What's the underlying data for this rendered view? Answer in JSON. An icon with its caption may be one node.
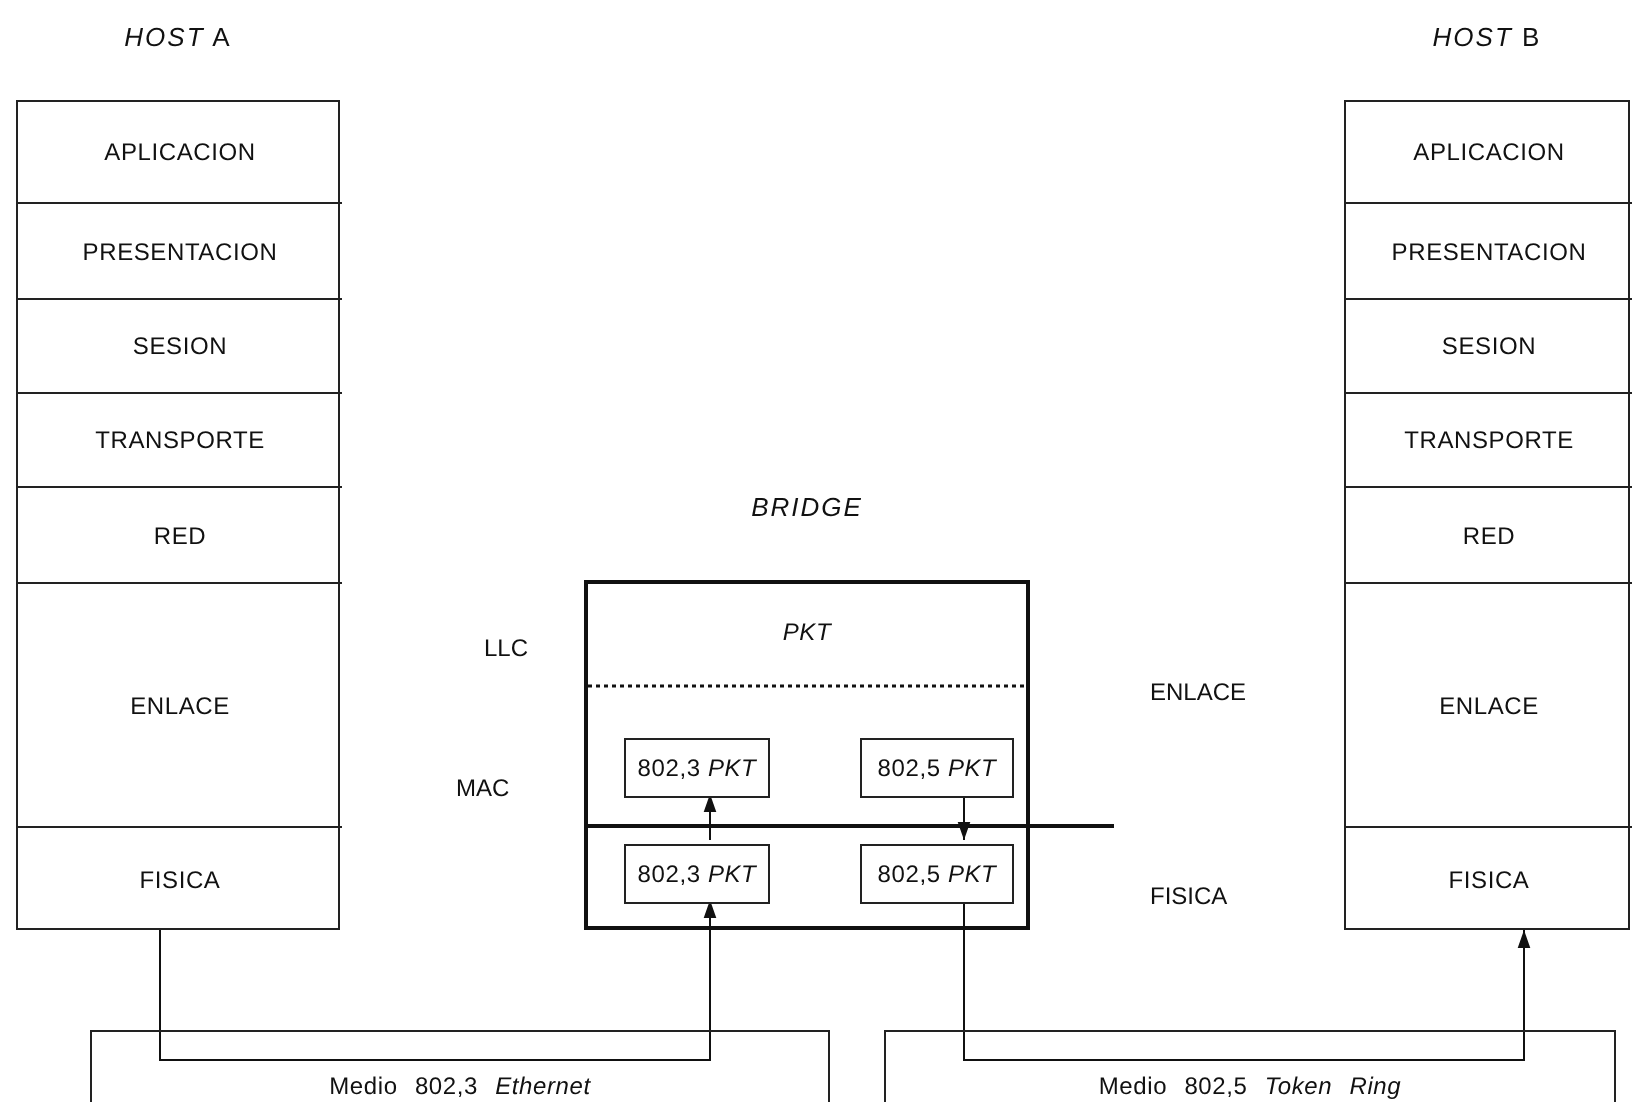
{
  "diagram": {
    "nodes": [
      {
        "text": [
          "*HOST* A"
        ]
      },
      {
        "text": [
          "APLICACION"
        ],
        "in": 0
      },
      {
        "text": [
          "PRESENTACION"
        ],
        "in": 0
      },
      {
        "text": [
          "SESION"
        ],
        "in": 0
      },
      {
        "text": [
          "TRANSPORTE"
        ],
        "in": 0
      },
      {
        "text": [
          "RED"
        ],
        "in": 0
      },
      {
        "text": [
          "ENLACE"
        ],
        "in": 0
      },
      {
        "text": [
          "FISICA"
        ],
        "in": 0
      },
      {
        "text": [
          "*HOST* B"
        ]
      },
      {
        "text": [
          "APLICACION"
        ],
        "in": 8
      },
      {
        "text": [
          "PRESENTACION"
        ],
        "in": 8
      },
      {
        "text": [
          "SESION"
        ],
        "in": 8
      },
      {
        "text": [
          "TRANSPORTE"
        ],
        "in": 8
      },
      {
        "text": [
          "RED"
        ],
        "in": 8
      },
      {
        "text": [
          "ENLACE"
        ],
        "in": 8
      },
      {
        "text": [
          "FISICA"
        ],
        "in": 8
      },
      {
        "text": [
          "BRIDGE",
          "PKT"
        ]
      },
      {
        "text": [
          "802,3 *PKT*"
        ],
        "in": 16
      },
      {
        "text": [
          "802,5 *PKT*"
        ],
        "in": 16
      },
      {
        "text": [
          "802,3 *PKT*"
        ],
        "in": 16
      },
      {
        "text": [
          "802,5 *PKT*"
        ],
        "in": 16
      },
      {
        "text": [
          "Medio 802,3 *Ethernet*"
        ]
      },
      {
        "text": [
          "Medio 802,5 *Token Ring*"
        ]
      }
    ],
    "edges": [
      {
        "from": 7,
        "to": 21,
        "arrow": "none"
      },
      {
        "from": 21,
        "to": 19,
        "arrow": "to"
      },
      {
        "from": 19,
        "to": 17,
        "arrow": "to"
      },
      {
        "from": 18,
        "to": 20,
        "arrow": "to"
      },
      {
        "from": 20,
        "to": 22,
        "arrow": "none"
      },
      {
        "from": 22,
        "to": 15,
        "arrow": "to"
      }
    ],
    "labels": [
      "LLC",
      "ENLACE",
      "MAC",
      "FISICA"
    ]
  }
}
